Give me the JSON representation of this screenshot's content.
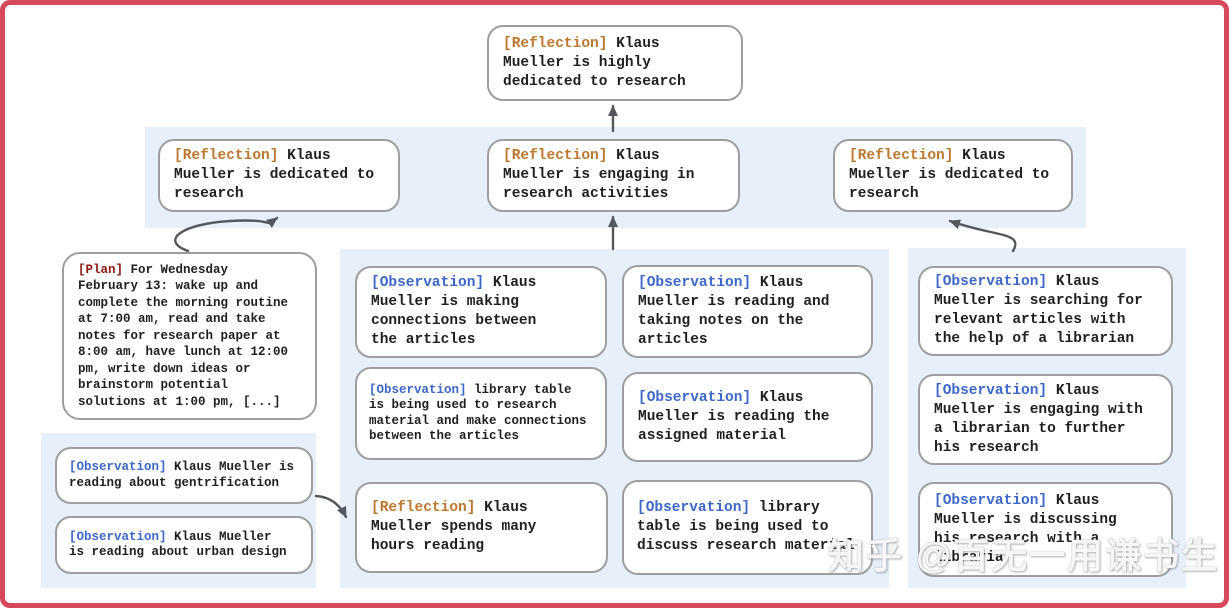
{
  "root": {
    "tag": "[Reflection]",
    "text": " Klaus\nMueller is highly\ndedicated to research"
  },
  "reflections": [
    {
      "tag": "[Reflection]",
      "text": " Klaus\nMueller is dedicated to\nresearch"
    },
    {
      "tag": "[Reflection]",
      "text": " Klaus\nMueller is engaging in\nresearch activities"
    },
    {
      "tag": "[Reflection]",
      "text": " Klaus\nMueller is dedicated to\nresearch"
    }
  ],
  "plan": {
    "tag": "[Plan]",
    "text": " For Wednesday\nFebruary 13: wake up and\ncomplete the morning routine\nat 7:00 am, read and take\nnotes for research paper at\n8:00 am, have lunch at 12:00\npm, write down ideas or\nbrainstorm potential\nsolutions at 1:00 pm, [...]"
  },
  "left_panel": [
    {
      "tag": "[Observation]",
      "text": " Klaus Mueller is\nreading about gentrification"
    },
    {
      "tag": "[Observation]",
      "text": " Klaus Mueller\nis reading about urban design"
    }
  ],
  "mid_left": [
    {
      "tag": "[Observation]",
      "text": " Klaus\nMueller is making\nconnections between\nthe articles"
    },
    {
      "tag": "[Observation]",
      "text": " library table\nis being used to research\nmaterial and make connections\nbetween the articles"
    },
    {
      "tag": "[Reflection]",
      "text": " Klaus\nMueller spends many\nhours reading"
    }
  ],
  "mid_right": [
    {
      "tag": "[Observation]",
      "text": " Klaus\nMueller is reading and\ntaking notes on the\narticles"
    },
    {
      "tag": "[Observation]",
      "text": " Klaus\nMueller is reading the\nassigned material"
    },
    {
      "tag": "[Observation]",
      "text": " library\ntable is being used to\ndiscuss research material"
    }
  ],
  "right_panel": [
    {
      "tag": "[Observation]",
      "text": " Klaus\nMueller is searching for\nrelevant articles with\nthe help of a librarian"
    },
    {
      "tag": "[Observation]",
      "text": " Klaus\nMueller is engaging with\na librarian to further\nhis research"
    },
    {
      "tag": "[Observation]",
      "text": " Klaus\nMueller is discussing\nhis research with a\nlibrarian"
    }
  ],
  "watermark": {
    "text": "知乎 @百无一用谦书生"
  },
  "colors": {
    "frame_red": "#d6495b",
    "panel_blue": "#e7effb",
    "node_border_gray": "#9e9e9e",
    "reflection_tag": "#bd772e",
    "observation_tag": "#3d67c8",
    "plan_tag": "#8e1a12",
    "arrow_gray": "#54575c",
    "body_text": "#1f1f1f"
  }
}
